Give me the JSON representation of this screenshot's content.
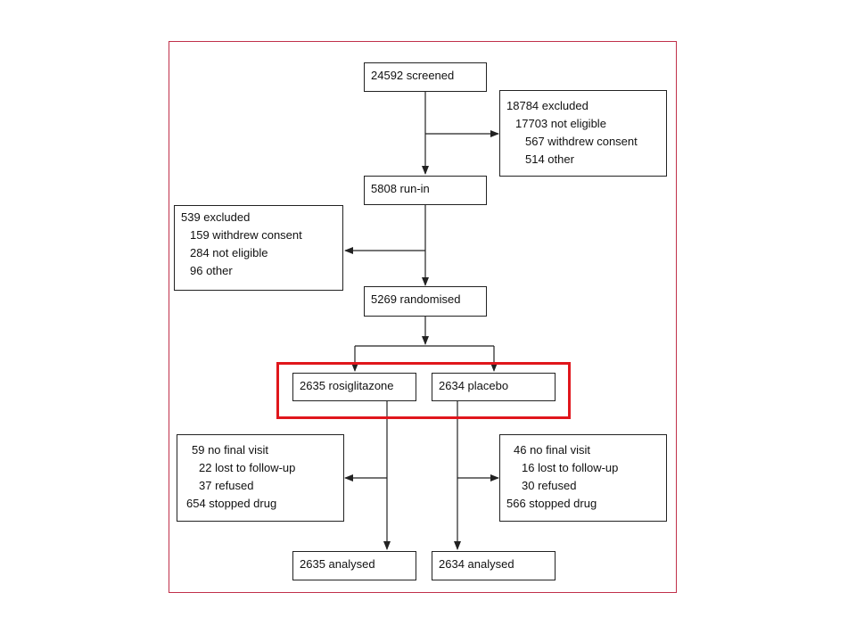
{
  "flowchart": {
    "screened": "24592 screened",
    "excluded_1": {
      "title": "18784 excluded",
      "not_eligible": "17703 not eligible",
      "withdrew": "567 withdrew consent",
      "other": "514 other"
    },
    "run_in": "5808 run-in",
    "excluded_2": {
      "title": "539 excluded",
      "withdrew": "159 withdrew consent",
      "not_eligible": "284 not eligible",
      "other": "96 other"
    },
    "randomised": "5269 randomised",
    "arm_rosiglitazone": "2635 rosiglitazone",
    "arm_placebo": "2634 placebo",
    "rosi_outcomes": {
      "no_final_visit": "59 no final visit",
      "lost": "22 lost to follow-up",
      "refused": "37 refused",
      "stopped": "654 stopped drug"
    },
    "placebo_outcomes": {
      "no_final_visit": "46 no final visit",
      "lost": "16 lost to follow-up",
      "refused": "30 refused",
      "stopped": "566 stopped drug"
    },
    "rosi_analysed": "2635 analysed",
    "placebo_analysed": "2634 analysed"
  },
  "colors": {
    "frame": "#c0304a",
    "highlight": "#e0161c",
    "lines": "#222222"
  }
}
